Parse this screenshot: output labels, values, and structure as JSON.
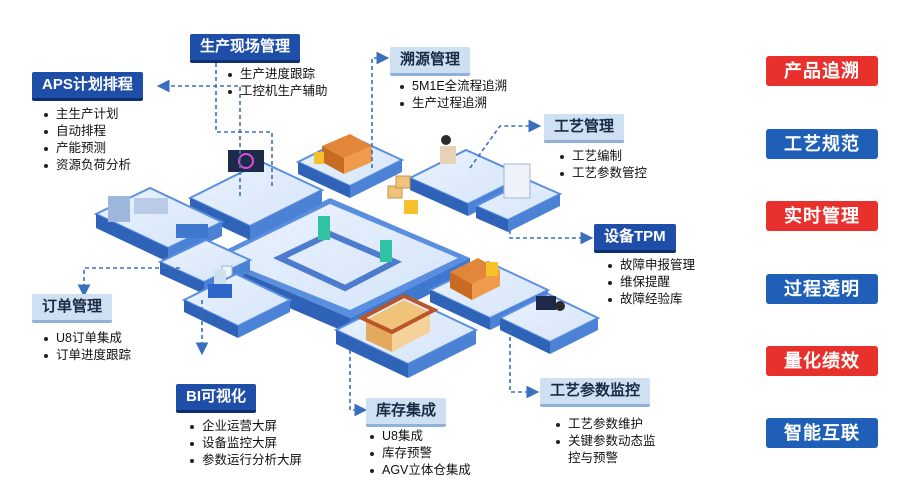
{
  "modules": {
    "production_site": {
      "title": "生产现场管理",
      "items": [
        "生产进度跟踪",
        "工控机生产辅助"
      ]
    },
    "traceability": {
      "title": "溯源管理",
      "items": [
        "5M1E全流程追溯",
        "生产过程追溯"
      ]
    },
    "aps": {
      "title": "APS计划排程",
      "items": [
        "主生产计划",
        "自动排程",
        "产能预测",
        "资源负荷分析"
      ]
    },
    "process_mgmt": {
      "title": "工艺管理",
      "items": [
        "工艺编制",
        "工艺参数管控"
      ]
    },
    "equipment_tpm": {
      "title": "设备TPM",
      "items": [
        "故障申报管理",
        "维保提醒",
        "故障经验库"
      ]
    },
    "order_mgmt": {
      "title": "订单管理",
      "items": [
        "U8订单集成",
        "订单进度跟踪"
      ]
    },
    "bi": {
      "title": "BI可视化",
      "items": [
        "企业运营大屏",
        "设备监控大屏",
        "参数运行分析大屏"
      ]
    },
    "inventory": {
      "title": "库存集成",
      "items": [
        "U8集成",
        "库存预警",
        "AGV立体仓集成"
      ]
    },
    "param_monitor": {
      "title": "工艺参数监控",
      "items": [
        "工艺参数维护",
        "关键参数动态监",
        "控与预警"
      ]
    }
  },
  "tags": [
    {
      "label": "产品追溯",
      "color": "#e8302c"
    },
    {
      "label": "工艺规范",
      "color": "#1f5fb8"
    },
    {
      "label": "实时管理",
      "color": "#e8302c"
    },
    {
      "label": "过程透明",
      "color": "#1f5fb8"
    },
    {
      "label": "量化绩效",
      "color": "#e8302c"
    },
    {
      "label": "智能互联",
      "color": "#1f5fb8"
    }
  ],
  "colors": {
    "dark_label": "#1f4ea8",
    "light_label": "#cfe0f3",
    "platform": "#5b8fdc",
    "connector": "#3a6fbf"
  }
}
